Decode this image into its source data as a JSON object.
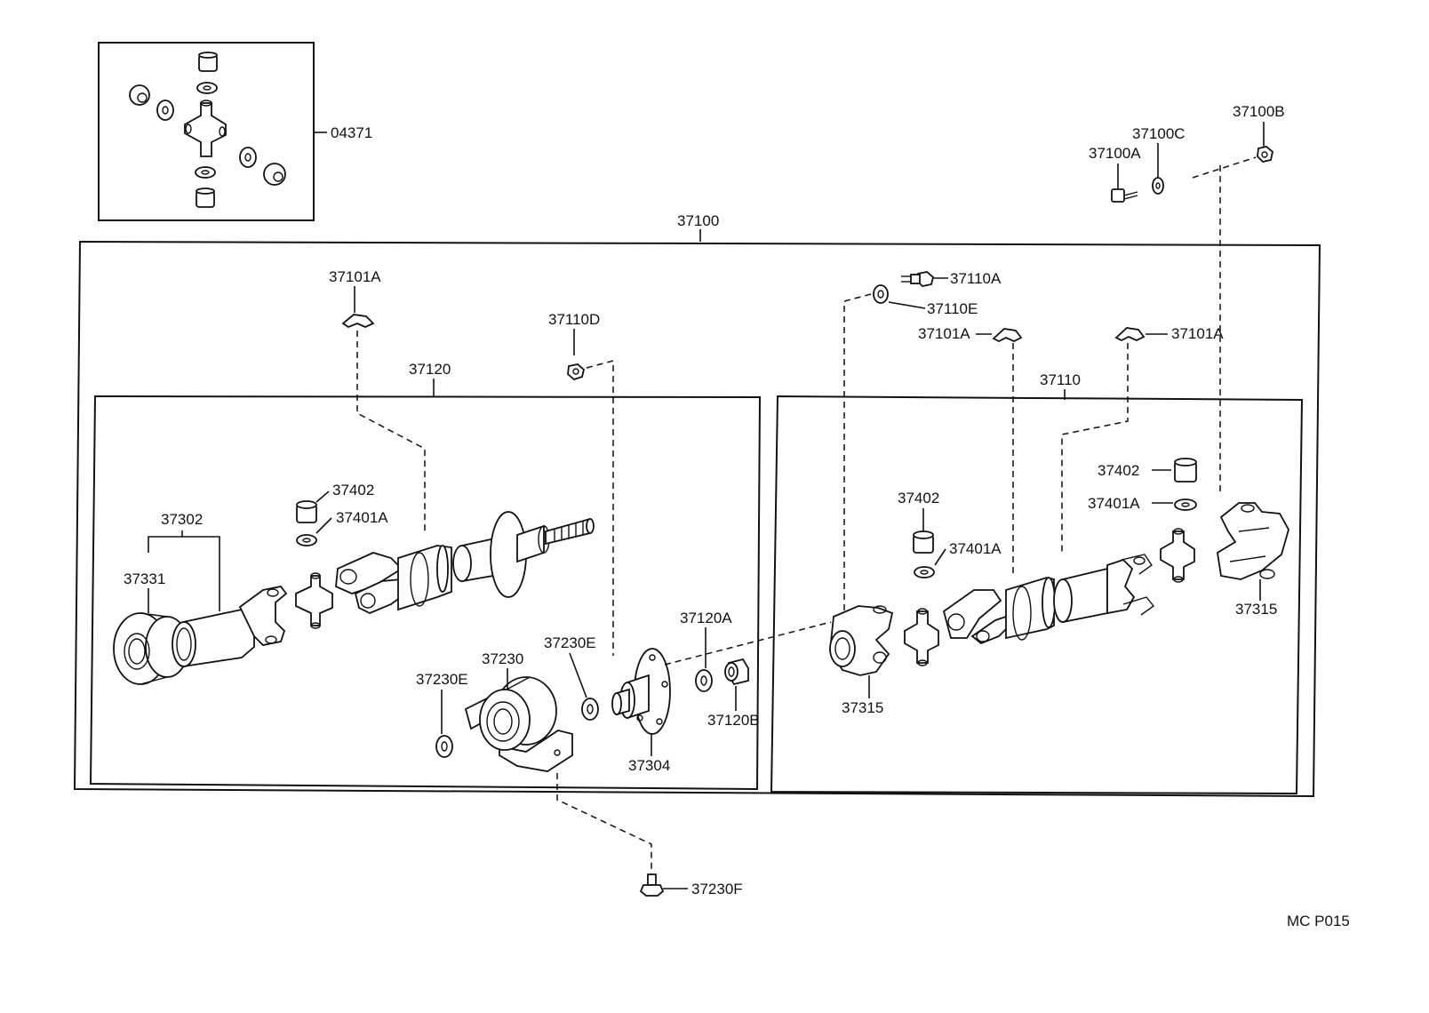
{
  "diagram": {
    "code": "MC P015",
    "labels": {
      "kit_04371": "04371",
      "assy_37100": "37100",
      "bolt_37100A": "37100A",
      "washer_37100C": "37100C",
      "nut_37100B": "37100B",
      "clip_37101A_left": "37101A",
      "nut_37110D": "37110D",
      "shaft_37120": "37120",
      "bolt_37110A": "37110A",
      "washer_37110E": "37110E",
      "clip_37101A_mid": "37101A",
      "clip_37101A_right": "37101A",
      "shaft_37110": "37110",
      "yoke_37302": "37302",
      "seal_37331": "37331",
      "bearing_37402_left": "37402",
      "ring_37401A_left": "37401A",
      "bearing_37402_mid": "37402",
      "ring_37401A_mid": "37401A",
      "bearing_37402_right": "37402",
      "ring_37401A_right": "37401A",
      "flange_37315_right": "37315",
      "flange_37315_mid": "37315",
      "washer_37120A": "37120A",
      "nut_37120B": "37120B",
      "flange_37304": "37304",
      "washer_37230E_upper": "37230E",
      "washer_37230E_lower": "37230E",
      "bearing_37230": "37230",
      "bolt_37230F": "37230F"
    }
  }
}
